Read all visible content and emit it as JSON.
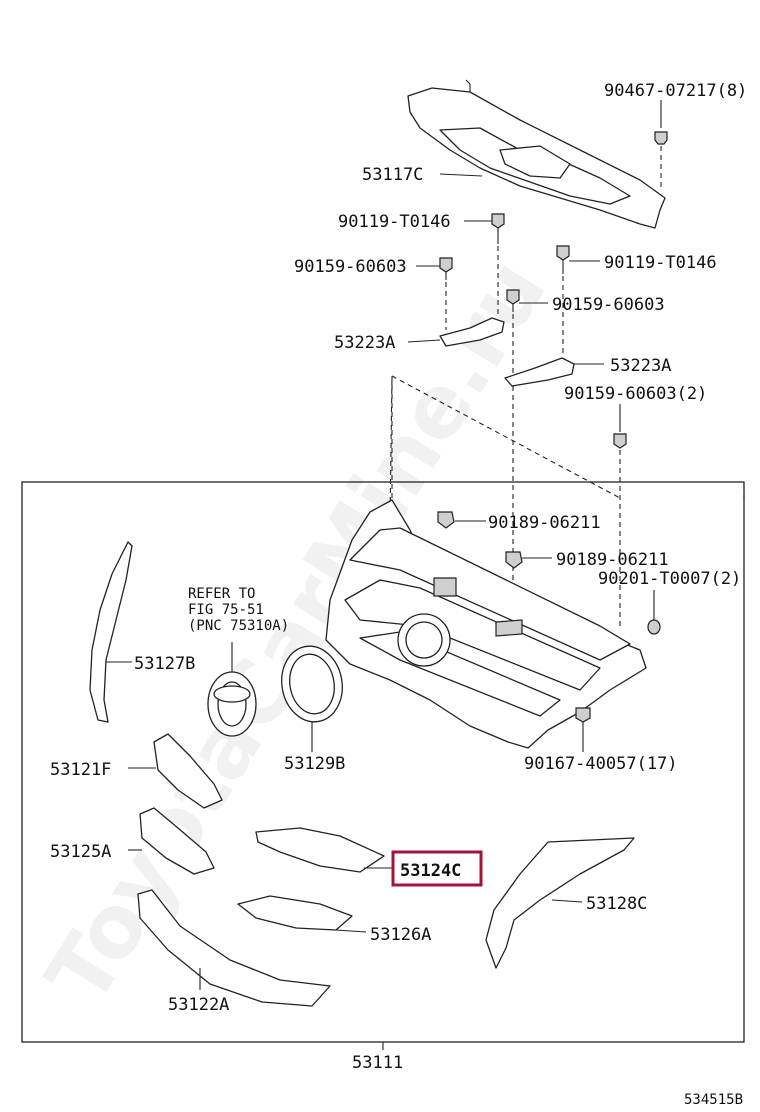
{
  "watermark": "ToyotaCarMine.ru",
  "figure_code": "534515B",
  "highlight_color": "#a3143a",
  "reference": {
    "line1": "REFER TO",
    "line2": "FIG 75-51",
    "line3": "(PNC 75310A)"
  },
  "labels": {
    "p90467": "90467-07217(8)",
    "p53117c": "53117C",
    "p90119a": "90119-T0146",
    "p90159a": "90159-60603",
    "p90119b": "90119-T0146",
    "p90159b": "90159-60603",
    "p53223a_left": "53223A",
    "p53223a_right": "53223A",
    "p90159c": "90159-60603(2)",
    "p90189a": "90189-06211",
    "p90189b": "90189-06211",
    "p90201": "90201-T0007(2)",
    "p53127b": "53127B",
    "p53129b": "53129B",
    "p90167": "90167-40057(17)",
    "p53121f": "53121F",
    "p53125a": "53125A",
    "p53124c": "53124C",
    "p53128c": "53128C",
    "p53126a": "53126A",
    "p53122a": "53122A",
    "p53111": "53111"
  }
}
